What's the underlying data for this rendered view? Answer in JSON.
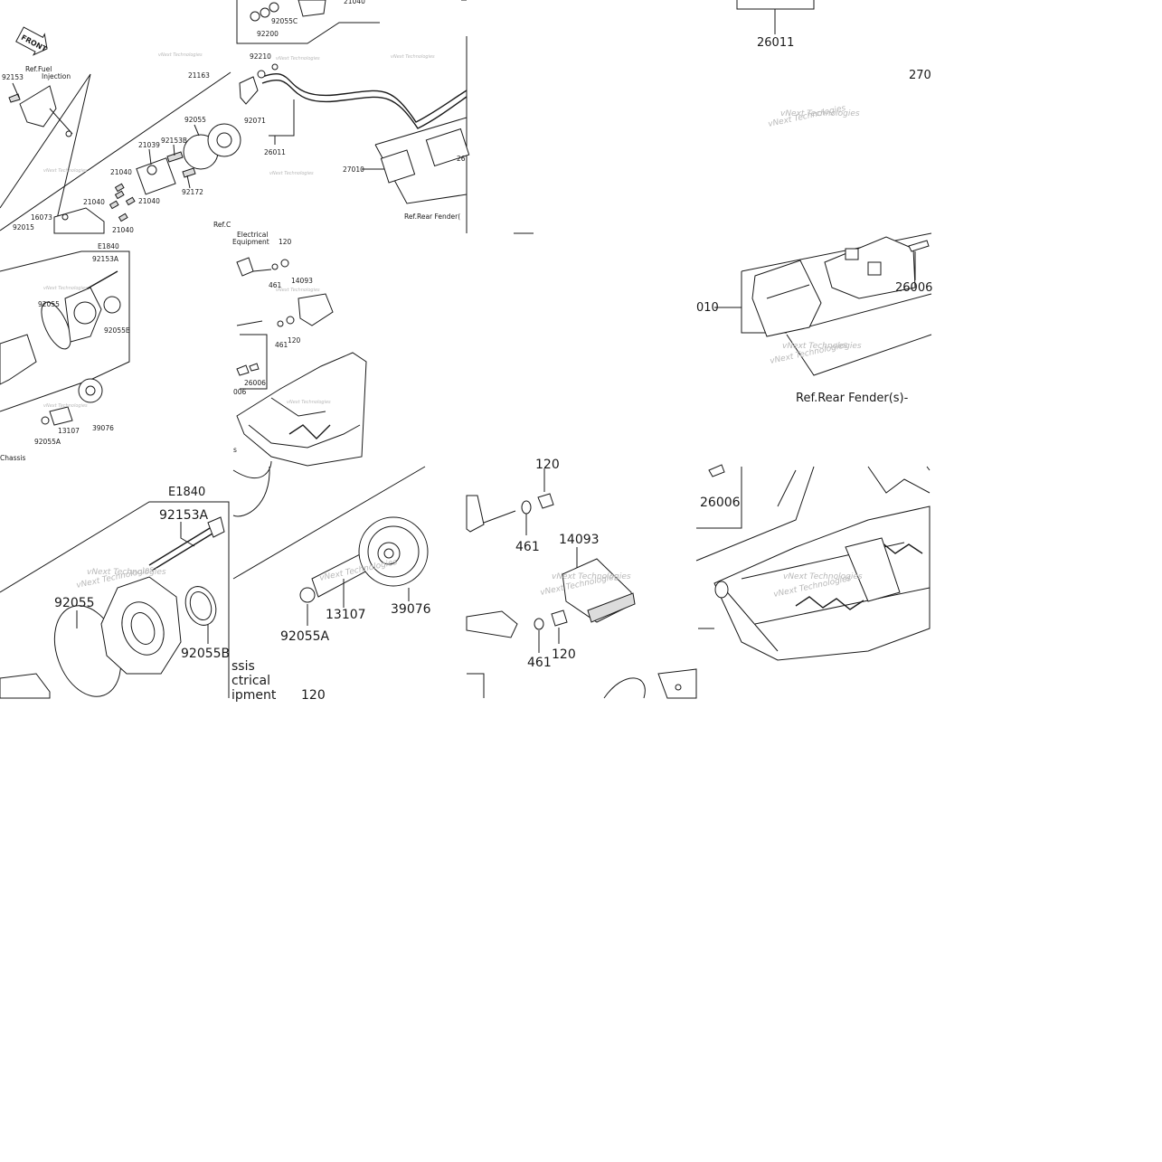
{
  "tiles": {
    "t1": {
      "labels": [
        "92153",
        "Ref.Fuel",
        "Injection",
        "21163",
        "92055",
        "92153B",
        "21039",
        "21040",
        "21040",
        "21040",
        "92172",
        "21040",
        "16073",
        "92015"
      ],
      "brand": "FRONT"
    },
    "t2": {
      "labels": [
        "21040",
        "92200",
        "92055C",
        "92210",
        "92071",
        "26011",
        "27010",
        "26",
        "Ref.Rear Fender("
      ]
    },
    "t3": {
      "labels": [
        "26011",
        "270"
      ]
    },
    "t4": {
      "labels": [
        "E1840",
        "92153A",
        "92055",
        "92055B",
        "13107",
        "39076",
        "92055A",
        "Chassis"
      ]
    },
    "t5": {
      "labels": [
        "Ref.C",
        "Electrical",
        "Equipment",
        "120",
        "461",
        "14093",
        "461",
        "120",
        "26006",
        "006",
        "s"
      ]
    },
    "t6": {
      "labels": [
        "010",
        "26006",
        "Ref.Rear Fender(s)-"
      ]
    },
    "t7": {
      "labels": [
        "E1840",
        "92153A",
        "92055",
        "92055B",
        "ssis",
        "ctrical",
        "ipment",
        "120",
        "13107",
        "39076",
        "92055A"
      ]
    },
    "t8": {
      "labels": [
        "120",
        "461",
        "14093",
        "461",
        "120"
      ]
    },
    "t9": {
      "labels": [
        "26006"
      ]
    }
  },
  "watermark": "vNext Technologies"
}
